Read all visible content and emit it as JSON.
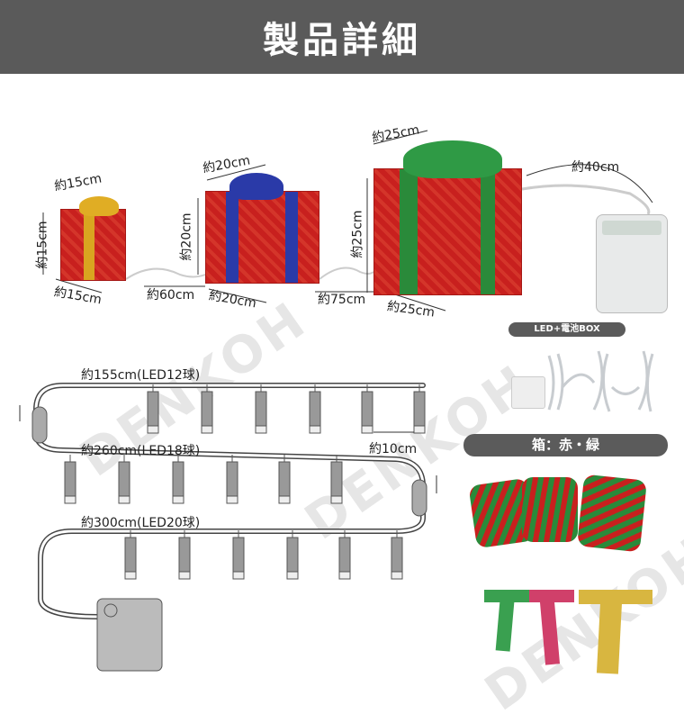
{
  "header": {
    "title": "製品詳細"
  },
  "watermark": "DENKOH",
  "dimensions": {
    "small_width": "約15cm",
    "small_height": "約15cm",
    "small_depth": "約15cm",
    "cable_1": "約60cm",
    "medium_width": "約20cm",
    "medium_height": "約20cm",
    "medium_depth": "約20cm",
    "cable_2": "約75cm",
    "large_width": "約25cm",
    "large_height": "約25cm",
    "large_depth": "約25cm",
    "cable_3": "約40cm"
  },
  "strings": {
    "string_1": "約155cm(LED12球)",
    "string_2": "約260cm(LED18球)",
    "string_3": "約300cm(LED20球)",
    "bulb_spacing": "約10cm"
  },
  "labels": {
    "led_box": "LED+電池BOX",
    "box_colors": "箱：赤・緑"
  },
  "colors": {
    "header": "#5a5a5a",
    "red": "#c8201e",
    "gold": "#d9a520",
    "blue": "#2a3aa8",
    "green": "#2a8a3a"
  }
}
